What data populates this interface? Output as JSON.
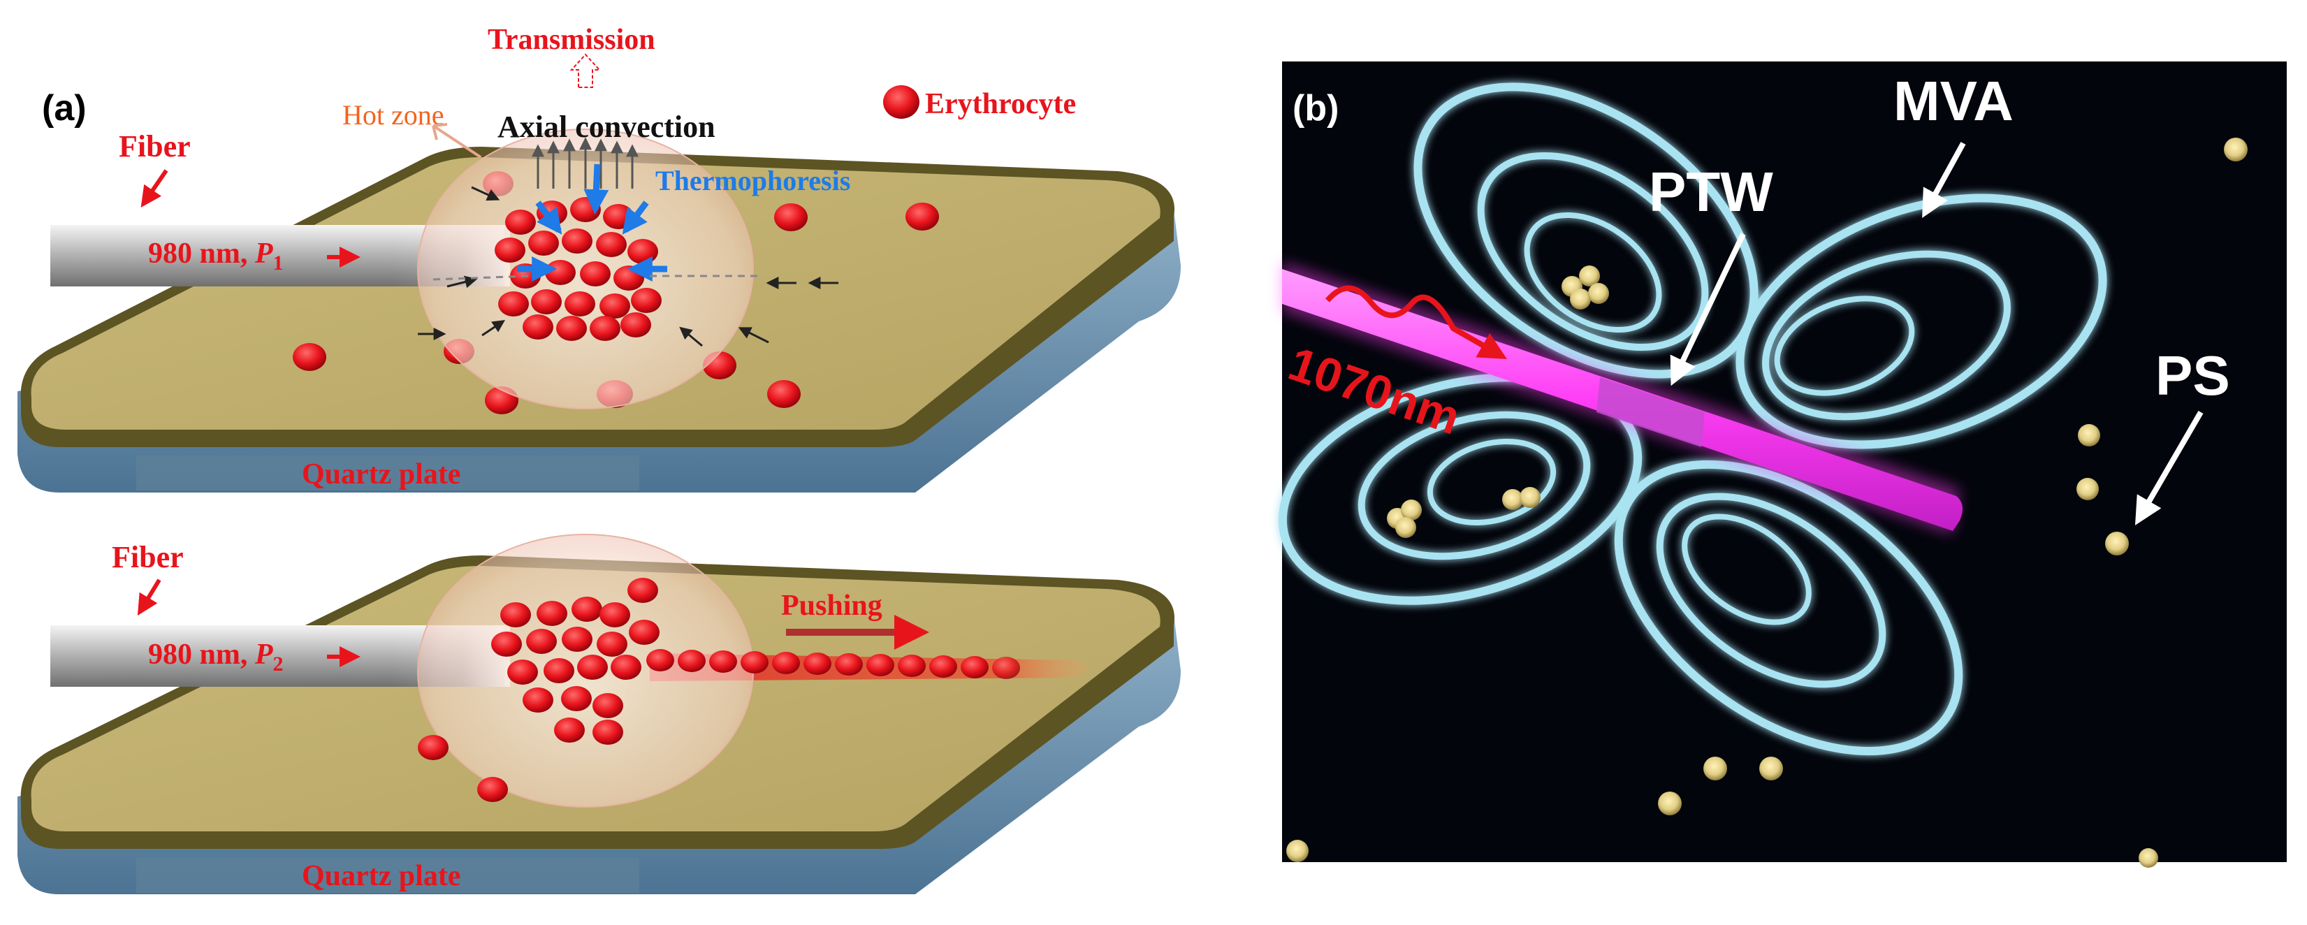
{
  "panel_a": {
    "label": "(a)",
    "legend_text": "Erythrocyte",
    "top": {
      "transmission": "Transmission",
      "hot_zone": "Hot zone",
      "axial_convection": "Axial convection",
      "thermophoresis": "Thermophoresis",
      "fiber": "Fiber",
      "beam_main": "980 nm, ",
      "beam_power_italic": "P",
      "beam_power_sub": "1",
      "plate": "Quartz plate"
    },
    "bottom": {
      "fiber": "Fiber",
      "beam_main": "980 nm, ",
      "beam_power_italic": "P",
      "beam_power_sub": "2",
      "pushing": "Pushing",
      "plate": "Quartz plate"
    }
  },
  "panel_b": {
    "label": "(b)",
    "mva": "MVA",
    "ptw": "PTW",
    "ps": "PS",
    "wavelength": "1070nm"
  },
  "colors": {
    "red_label": "#e8141c",
    "blue_label": "#1e7be8",
    "plate_gold": "#c2b271",
    "plate_rim": "#5d5424",
    "plate_side_blue": "#5d86a6",
    "panel_b_bg": "#03050c",
    "vortex_cyan": "#a9e3f2",
    "waveguide_magenta": "#ff3ef5",
    "particle_gold": "#e2cf86"
  }
}
